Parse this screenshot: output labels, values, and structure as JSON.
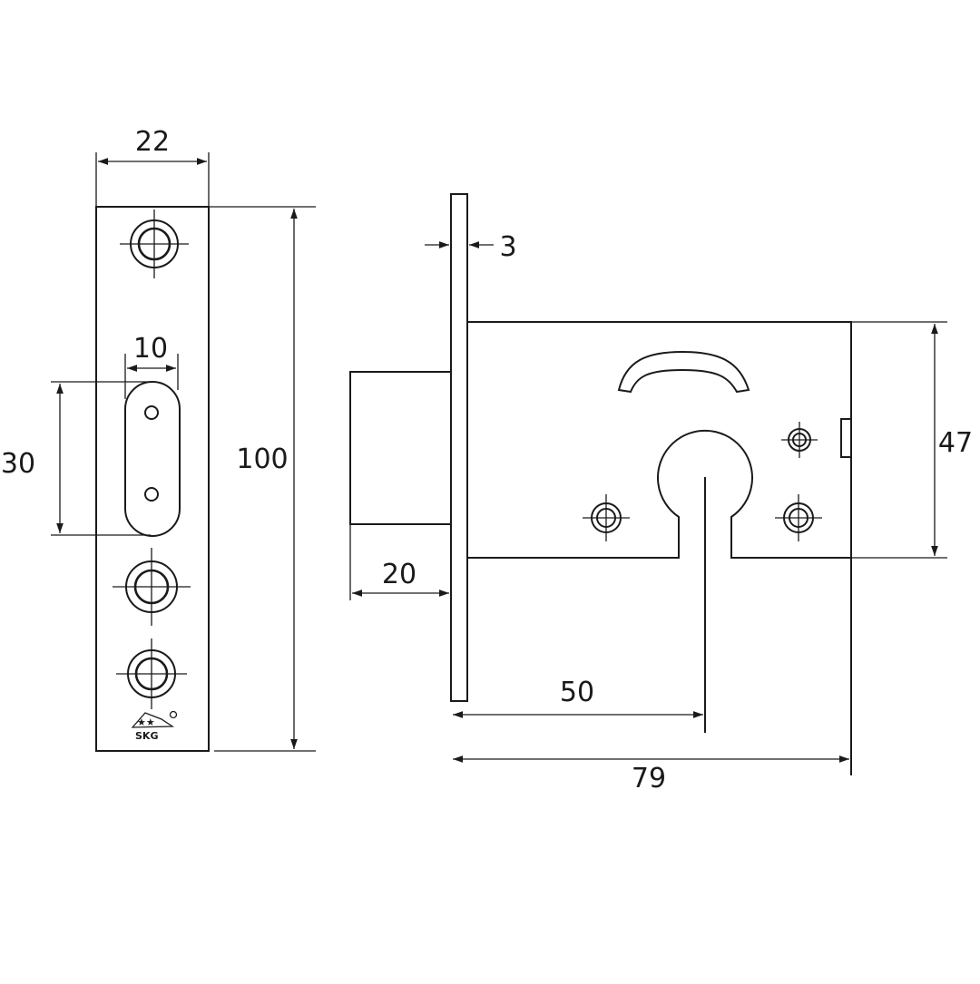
{
  "dimensions": {
    "faceplate_width": "22",
    "slot_width": "10",
    "slot_height": "30",
    "faceplate_height": "100",
    "faceplate_thickness": "3",
    "bolt_throw": "20",
    "case_height": "47",
    "backset": "50",
    "case_depth": "79"
  },
  "logo": {
    "text": "SKG",
    "stars": "★★"
  },
  "colors": {
    "line": "#1a1a1a",
    "background": "#ffffff"
  }
}
